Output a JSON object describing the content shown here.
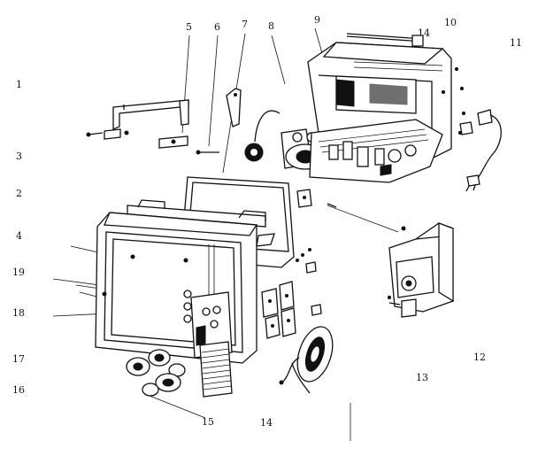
{
  "diagram": {
    "part_numbers": {
      "p1": "1",
      "p2": "2",
      "p3": "3",
      "p4": "4",
      "p5": "5",
      "p6": "6",
      "p7": "7",
      "p8": "8",
      "p9": "9",
      "p10": "10",
      "p11": "11",
      "p12": "12",
      "p13": "13",
      "p14": "14",
      "p14b": "14",
      "p15": "15",
      "p16": "16",
      "p17": "17",
      "p18": "18",
      "p19": "19"
    }
  }
}
